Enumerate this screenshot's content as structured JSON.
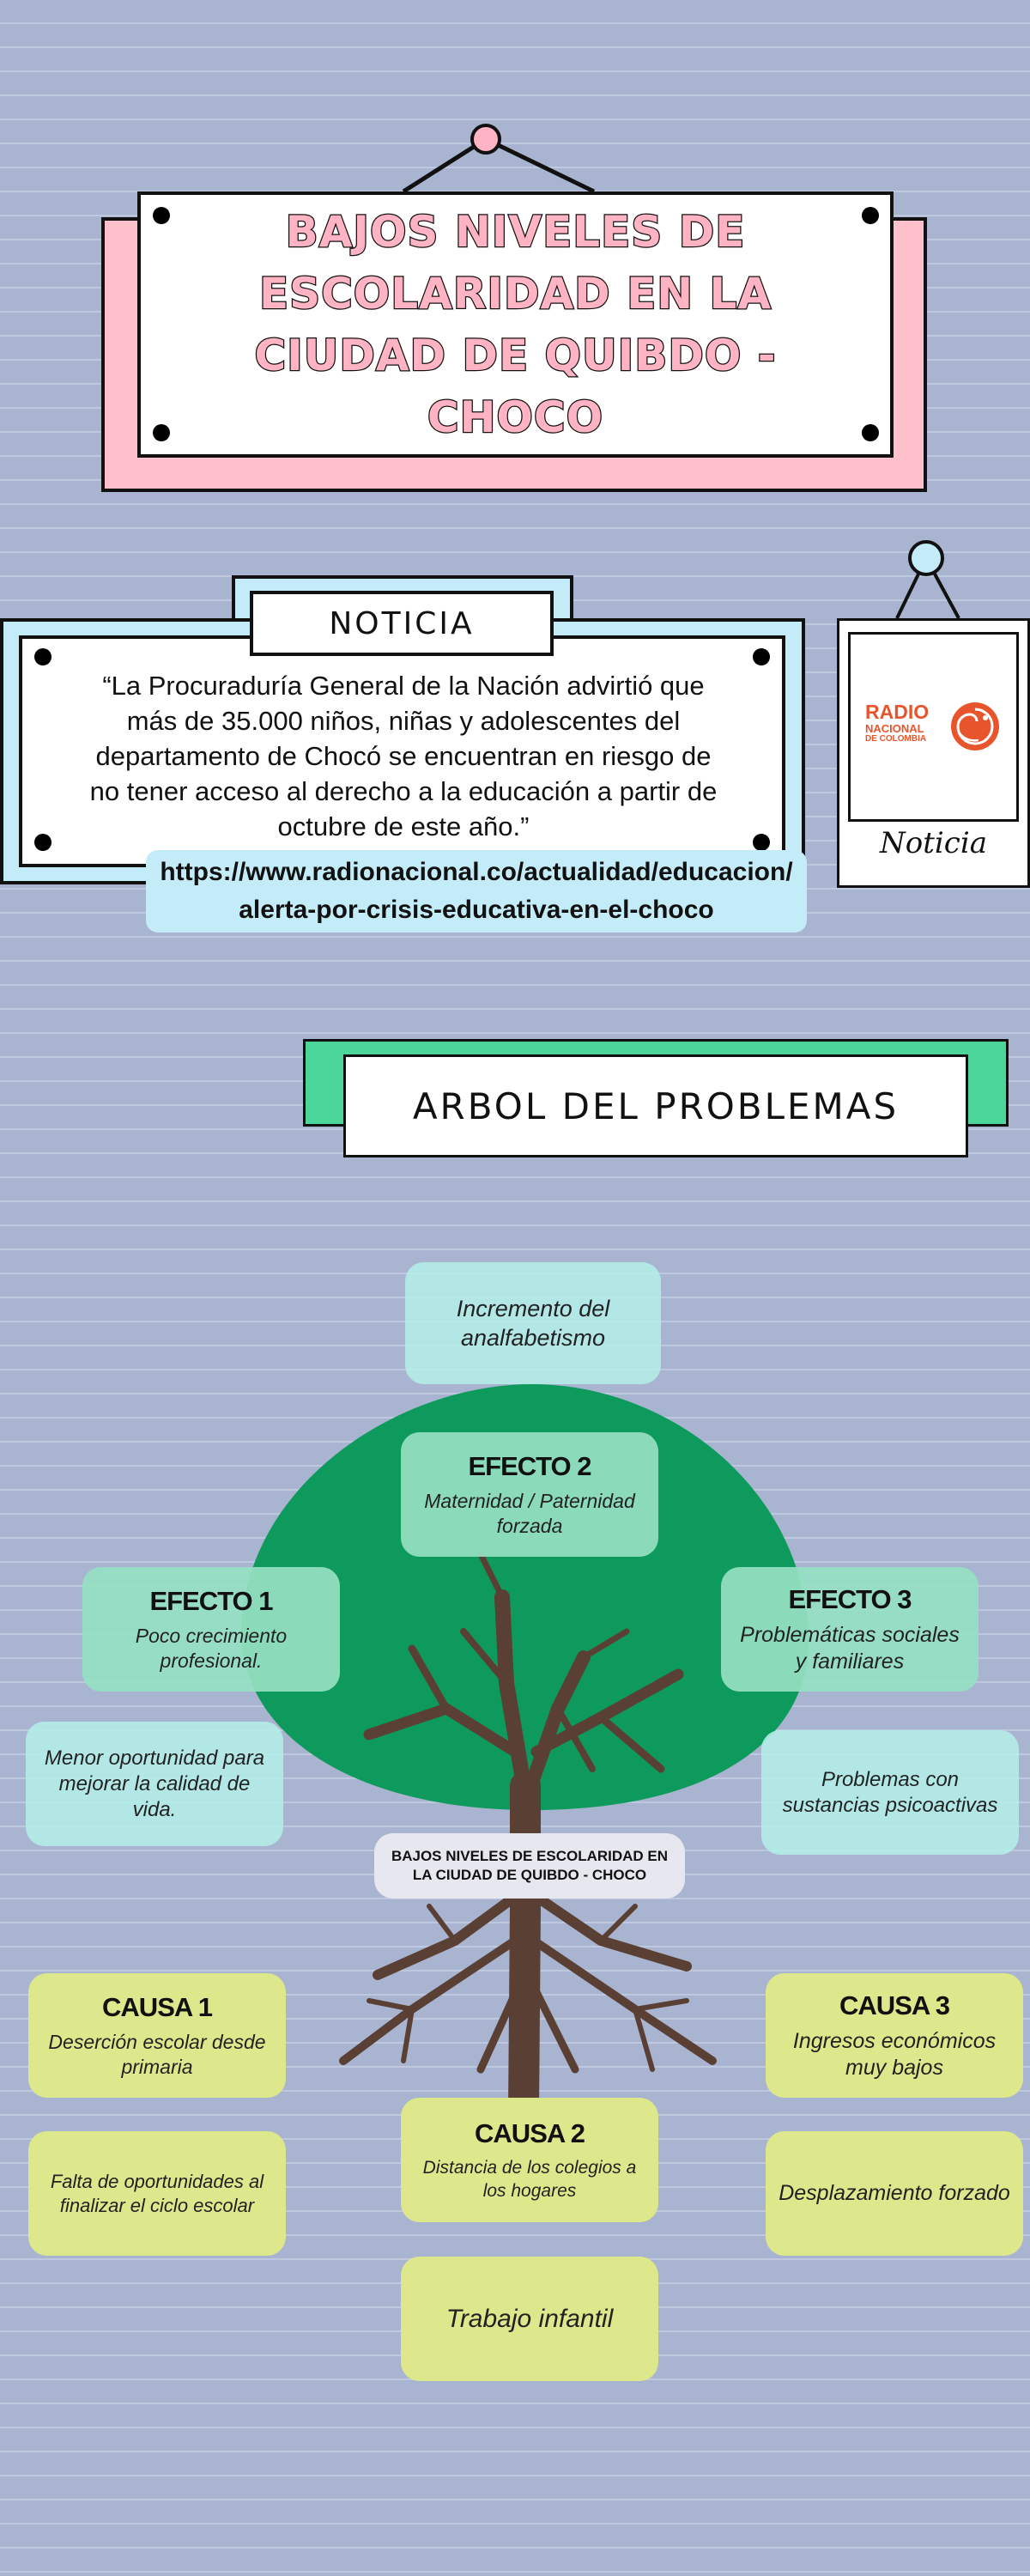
{
  "header": {
    "title": "BAJOS NIVELES DE ESCOLARIDAD EN LA CIUDAD DE QUIBDO -CHOCO"
  },
  "news": {
    "tab_label": "NOTICIA",
    "quote": "“La Procuraduría General de la Nación advirtió que más de 35.000 niños, niñas y adolescentes del departamento de Chocó se encuentran en riesgo de no tener acceso al derecho a la educación a partir de octubre de este año.”",
    "url": "https://www.radionacional.co/actualidad/educacion/alerta-por-crisis-educativa-en-el-choco",
    "logo": {
      "line1": "RADIO",
      "line2": "NACIONAL",
      "line3": "DE COLOMBIA",
      "color": "#e8542b"
    },
    "frame_caption": "Noticia"
  },
  "tree_section": {
    "title": "ARBOL DEL PROBLEMAS",
    "center_label": "BAJOS NIVELES DE ESCOLARIDAD EN LA CIUDAD DE QUIBDO - CHOCO",
    "top_effect": "Incremento del analfabetismo",
    "effects": [
      {
        "title": "EFECTO 1",
        "text": "Poco crecimiento profesional."
      },
      {
        "title": "EFECTO 2",
        "text": "Maternidad / Paternidad forzada"
      },
      {
        "title": "EFECTO 3",
        "text": "Problemáticas sociales y familiares"
      }
    ],
    "side_effects": [
      "Menor oportunidad para mejorar la calidad de vida.",
      "Problemas con sustancias psicoactivas"
    ],
    "causes": [
      {
        "title": "CAUSA 1",
        "text": "Deserción escolar desde primaria"
      },
      {
        "title": "CAUSA 2",
        "text": "Distancia de los colegios a los hogares"
      },
      {
        "title": "CAUSA 3",
        "text": "Ingresos económicos muy bajos"
      }
    ],
    "sub_causes": [
      "Falta de oportunidades al finalizar el ciclo escolar",
      "Trabajo infantil",
      "Desplazamiento forzado"
    ],
    "colors": {
      "canopy": "#0e9a5c",
      "trunk": "#5a4034",
      "effect_bubble": "#96e1c3",
      "side_bubble": "#b3eee8",
      "cause_bubble": "#dde88c"
    }
  },
  "colors": {
    "background": "#a9b4d0",
    "title_pink": "#ffb3c3",
    "news_blue": "#c4ecf8",
    "banner_green": "#4cd69c"
  }
}
